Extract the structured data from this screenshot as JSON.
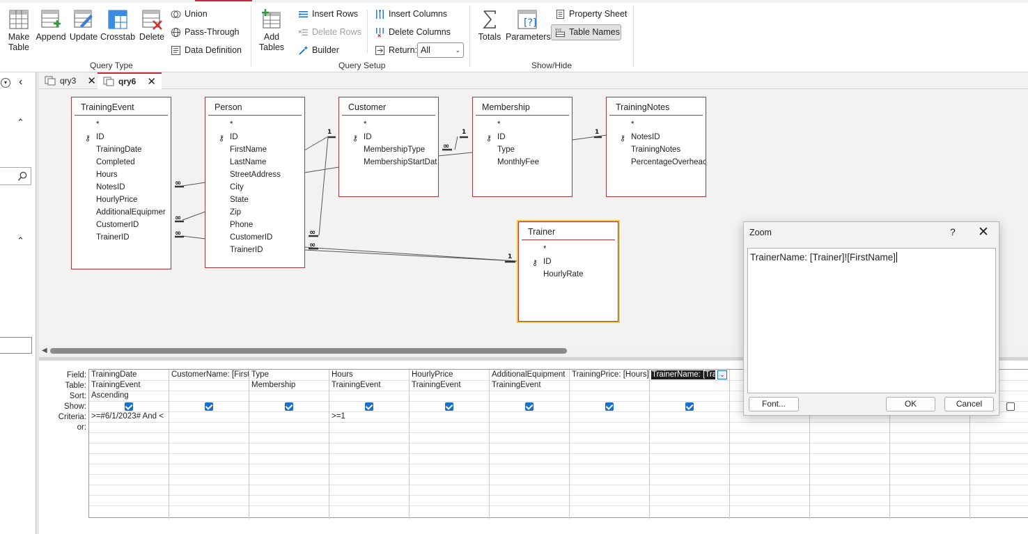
{
  "ribbon": {
    "query_type": {
      "label": "Query Type",
      "make_table": "Make\nTable",
      "append": "Append",
      "update": "Update",
      "crosstab": "Crosstab",
      "delete": "Delete",
      "union": "Union",
      "pass_through": "Pass-Through",
      "data_definition": "Data Definition"
    },
    "query_setup": {
      "label": "Query Setup",
      "add_tables": "Add\nTables",
      "insert_rows": "Insert Rows",
      "delete_rows": "Delete Rows",
      "builder": "Builder",
      "insert_columns": "Insert Columns",
      "delete_columns": "Delete Columns",
      "return_label": "Return:",
      "return_value": "All"
    },
    "show_hide": {
      "label": "Show/Hide",
      "totals": "Totals",
      "parameters": "Parameters",
      "property_sheet": "Property Sheet",
      "table_names": "Table Names"
    }
  },
  "tabs": [
    {
      "label": "qry3",
      "active": false
    },
    {
      "label": "qry6",
      "active": true
    }
  ],
  "tables": {
    "training_event": {
      "title": "TrainingEvent",
      "fields": [
        "*",
        "ID",
        "TrainingDate",
        "Completed",
        "Hours",
        "NotesID",
        "HourlyPrice",
        "AdditionalEquipmer",
        "CustomerID",
        "TrainerID"
      ]
    },
    "person": {
      "title": "Person",
      "fields": [
        "*",
        "ID",
        "FirstName",
        "LastName",
        "StreetAddress",
        "City",
        "State",
        "Zip",
        "Phone",
        "CustomerID",
        "TrainerID"
      ]
    },
    "customer": {
      "title": "Customer",
      "fields": [
        "*",
        "ID",
        "MembershipType",
        "MembershipStartDat"
      ]
    },
    "membership": {
      "title": "Membership",
      "fields": [
        "*",
        "ID",
        "Type",
        "MonthlyFee"
      ]
    },
    "training_notes": {
      "title": "TrainingNotes",
      "fields": [
        "*",
        "NotesID",
        "TrainingNotes",
        "PercentageOverheac"
      ]
    },
    "trainer": {
      "title": "Trainer",
      "fields": [
        "*",
        "ID",
        "HourlyRate"
      ]
    }
  },
  "relationship_marks": {
    "one": "1",
    "many": "∞"
  },
  "grid": {
    "row_labels": [
      "Field:",
      "Table:",
      "Sort:",
      "Show:",
      "Criteria:",
      "or:"
    ],
    "columns": [
      {
        "field": "TrainingDate",
        "table": "TrainingEvent",
        "sort": "Ascending",
        "show": true,
        "criteria": ">=#6/1/2023# And <"
      },
      {
        "field": "CustomerName: [First",
        "table": "",
        "sort": "",
        "show": true,
        "criteria": ""
      },
      {
        "field": "Type",
        "table": "Membership",
        "sort": "",
        "show": true,
        "criteria": ""
      },
      {
        "field": "Hours",
        "table": "TrainingEvent",
        "sort": "",
        "show": true,
        "criteria": ">=1"
      },
      {
        "field": "HourlyPrice",
        "table": "TrainingEvent",
        "sort": "",
        "show": true,
        "criteria": ""
      },
      {
        "field": "AdditionalEquipment",
        "table": "TrainingEvent",
        "sort": "",
        "show": true,
        "criteria": ""
      },
      {
        "field": "TrainingPrice: [Hours]",
        "table": "",
        "sort": "",
        "show": true,
        "criteria": ""
      },
      {
        "field": "TrainerName: [Trai",
        "table": "",
        "sort": "",
        "show": true,
        "criteria": ""
      }
    ]
  },
  "zoom": {
    "title": "Zoom",
    "help": "?",
    "expression": "TrainerName: [Trainer]![FirstName]",
    "font_button": "Font...",
    "ok_button": "OK",
    "cancel_button": "Cancel"
  }
}
